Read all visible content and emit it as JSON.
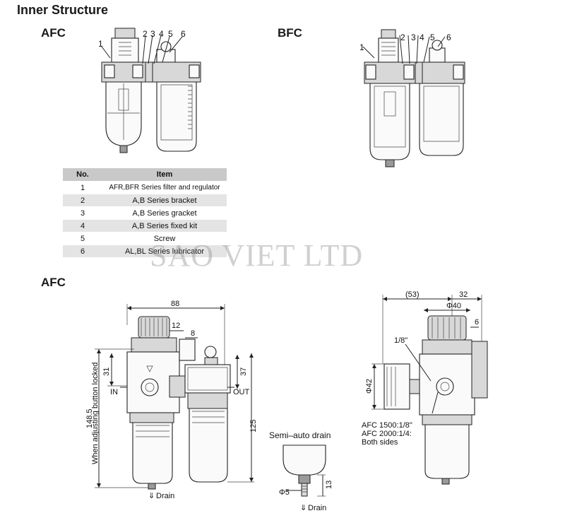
{
  "header": {
    "title": "Inner Structure"
  },
  "structures": [
    {
      "label": "AFC",
      "callouts": [
        "1",
        "2",
        "3",
        "4",
        "5",
        "6"
      ]
    },
    {
      "label": "BFC",
      "callouts": [
        "1",
        "2",
        "3",
        "4",
        "5",
        "6"
      ]
    }
  ],
  "parts_table": {
    "columns": [
      "No.",
      "Item"
    ],
    "rows": [
      {
        "no": "1",
        "item": "AFR,BFR Series filter and regulator"
      },
      {
        "no": "2",
        "item": "A,B Series bracket"
      },
      {
        "no": "3",
        "item": "A,B Series gracket"
      },
      {
        "no": "4",
        "item": "A,B Series fixed kit"
      },
      {
        "no": "5",
        "item": "Screw"
      },
      {
        "no": "6",
        "item": "AL,BL Series lubricator"
      }
    ]
  },
  "watermark": "SAO VIET LTD",
  "dimensions_section": {
    "title": "AFC"
  },
  "front_view": {
    "width": "88",
    "d12": "12",
    "d8": "8",
    "d31": "31",
    "d37": "37",
    "height": "148.5",
    "height_note": "When adjusting button locked",
    "d125": "125",
    "in_label": "IN",
    "out_label": "OUT",
    "drain_label": "Drain",
    "drain_arrow": "⇓"
  },
  "semi_auto": {
    "title": "Semi–auto drain",
    "d5": "Φ5",
    "d13": "13",
    "drain_label": "Drain",
    "drain_arrow": "⇓"
  },
  "side_view": {
    "d53": "(53)",
    "d32": "32",
    "d40": "Φ40",
    "d6": "6",
    "d42": "Φ42",
    "port": "1/8\"",
    "note1": "AFC 1500:1/8\"",
    "note2": "AFC 2000:1/4:",
    "note3": "Both sides"
  }
}
